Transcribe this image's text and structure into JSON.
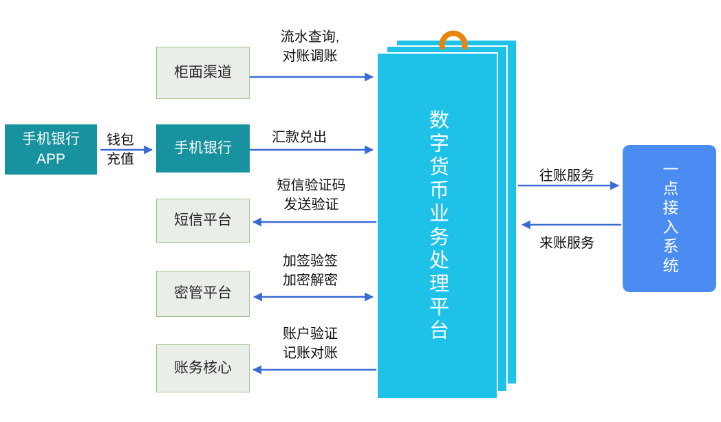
{
  "nodes": {
    "mobile_app": {
      "line1": "手机银行",
      "line2": "APP"
    },
    "counter": {
      "label": "柜面渠道"
    },
    "mobile_bank": {
      "label": "手机银行"
    },
    "sms": {
      "label": "短信平台"
    },
    "key_mgmt": {
      "label": "密管平台"
    },
    "accounting": {
      "label": "账务核心"
    },
    "platform": {
      "label": "数字货币业务处理平台"
    },
    "access_system": {
      "label": "一点接入系统"
    }
  },
  "flows": {
    "wallet": {
      "line1": "钱包",
      "line2": "充值",
      "direction": "right"
    },
    "counter_ops": {
      "line1": "流水查询,",
      "line2": "对账调账",
      "direction": "right"
    },
    "remittance": {
      "line1": "汇款兑出",
      "direction": "right"
    },
    "sms_verify": {
      "line1": "短信验证码",
      "line2": "发送验证",
      "direction": "left"
    },
    "crypto": {
      "line1": "加签验签",
      "line2": "加密解密",
      "direction": "both"
    },
    "accounting": {
      "line1": "账户验证",
      "line2": "记账对账",
      "direction": "left"
    },
    "outgoing": {
      "label": "往账服务",
      "direction": "right"
    },
    "incoming": {
      "label": "来账服务",
      "direction": "left"
    }
  },
  "icons": {
    "binder_ring": "orange-arc-icon"
  },
  "colors": {
    "teal": "#17929E",
    "cyan": "#1EC1E8",
    "light_fill": "#EAEEE8",
    "light_border": "#A6C295",
    "blue": "#4A8CF2",
    "arrow": "#3A6BD4",
    "orange": "#E8830C"
  }
}
